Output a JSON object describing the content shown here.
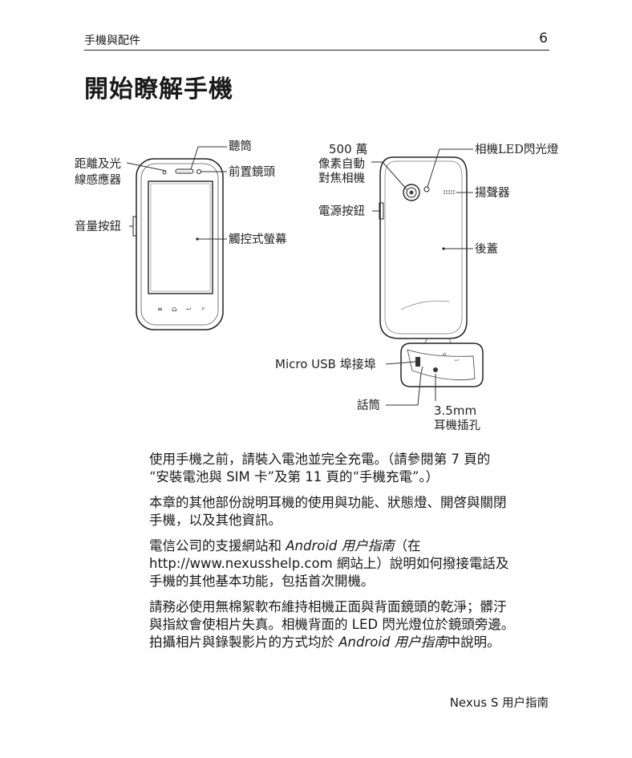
{
  "header": {
    "section": "手機與配件",
    "page_number": "6"
  },
  "title": "開始瞭解手機",
  "diagram": {
    "front_labels": {
      "earpiece": "聽筒",
      "proximity_1": "距離及光",
      "proximity_2": "線感應器",
      "front_camera": "前置鏡頭",
      "volume": "音量按鈕",
      "touchscreen": "觸控式螢幕"
    },
    "back_labels": {
      "af_1": "500 萬",
      "af_2": "像素自動",
      "af_3": "對焦相機",
      "flash": "相機LED閃光燈",
      "speaker": "揚聲器",
      "power": "電源按鈕",
      "cover": "後蓋",
      "usb": "Micro USB 埠接埠",
      "mic": "話筒",
      "jack_1": "3.5mm",
      "jack_2": "耳機插孔"
    }
  },
  "paragraphs": {
    "p1_a": "使用手機之前，請裝入電池並完全充電。（請參閱第 ",
    "p1_num1": "7",
    "p1_b": " 頁的",
    "p1_c": "“安裝電池與 ",
    "p1_sim": "SIM",
    "p1_d": " 卡”及第 ",
    "p1_num2": "11",
    "p1_e": " 頁的“手機充電”。）",
    "p2_a": "本章的其他部份說明耳機的使用與功能、狀態燈、開啓與關閉",
    "p2_b": "手機，以及其他資訊。",
    "p3_a": "電信公司的支援網站和 ",
    "p3_android": "Android",
    "p3_guide": " 用户指南",
    "p3_b": "（在",
    "p3_url": "http://www.nexusshelp.com",
    "p3_c": " 網站上）說明如何撥接電話及",
    "p3_d": "手機的其他基本功能，包括首次開機。",
    "p4_a": "請務必使用無棉絮軟布維持相機正面與背面鏡頭的乾淨；髒汙",
    "p4_b": "與指紋會使相片失真。相機背面的 ",
    "p4_led": "LED",
    "p4_c": " 閃光燈位於鏡頭旁邊。",
    "p4_d": "拍攝相片與錄製影片的方式均於 ",
    "p4_android": "Android",
    "p4_guide": " 用户指南",
    "p4_e": "中說明。"
  },
  "footer": {
    "product": "Nexus S",
    "guide": " 用户指南"
  }
}
